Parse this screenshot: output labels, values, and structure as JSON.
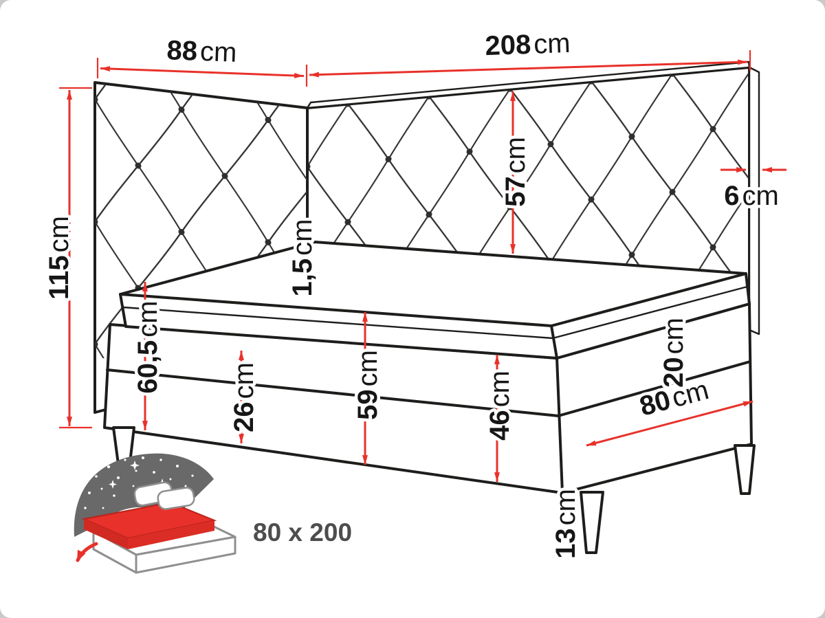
{
  "colors": {
    "dimension": "#e8312a",
    "outline": "#1d1d1b"
  },
  "dims": {
    "side_width": {
      "v": "88",
      "u": "cm"
    },
    "back_width": {
      "v": "208",
      "u": "cm"
    },
    "total_height": {
      "v": "115",
      "u": "cm"
    },
    "headboard_above": {
      "v": "57",
      "u": "cm"
    },
    "panel_thickness": {
      "v": "6",
      "u": "cm"
    },
    "topper": {
      "v": "1,5",
      "u": "cm"
    },
    "head_height": {
      "v": "60,5",
      "u": "cm"
    },
    "lower_left": {
      "v": "26",
      "u": "cm"
    },
    "side_mid": {
      "v": "59",
      "u": "cm"
    },
    "lower_right": {
      "v": "46",
      "u": "cm"
    },
    "upper_right": {
      "v": "20",
      "u": "cm"
    },
    "foot_width": {
      "v": "80",
      "u": "cm"
    },
    "leg_height": {
      "v": "13",
      "u": "cm"
    }
  },
  "badge": {
    "size": "80 x 200"
  }
}
